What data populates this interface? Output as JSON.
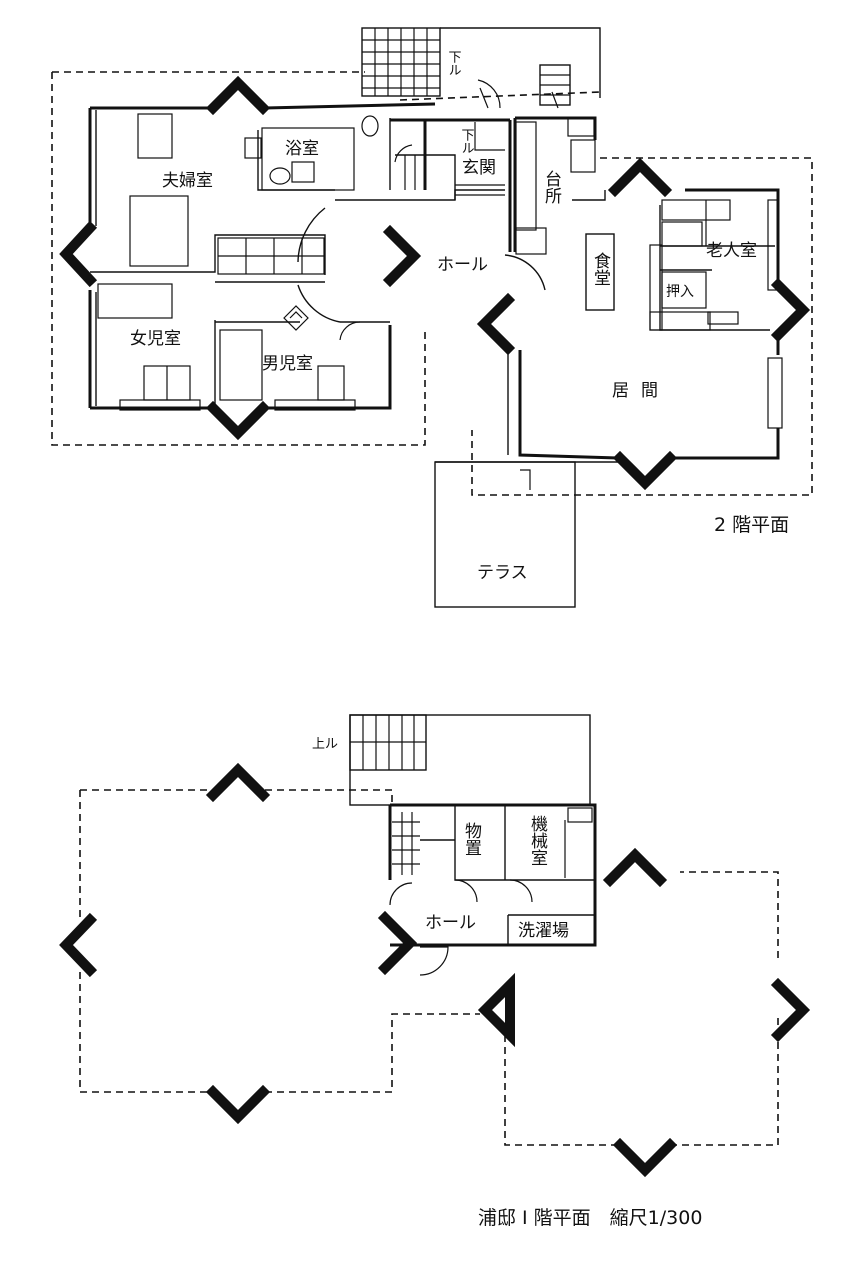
{
  "floor2": {
    "caption": "2 階平面",
    "rooms": {
      "master_bedroom": "夫婦室",
      "bathroom": "浴室",
      "entrance": "玄関",
      "kitchen": "台所",
      "hall": "ホール",
      "dining": "食堂",
      "elder_room": "老人室",
      "closet": "押入",
      "girls_room": "女児室",
      "boys_room": "男児室",
      "living": "居間",
      "terrace": "テラス"
    },
    "stair_down_1": "下ル",
    "stair_down_2": "下ル"
  },
  "floor1": {
    "caption": "浦邸 I 階平面　縮尺1/300",
    "rooms": {
      "storage": "物置",
      "machine_room": "機械室",
      "hall": "ホール",
      "laundry": "洗濯場"
    },
    "stair_up": "上ル"
  }
}
